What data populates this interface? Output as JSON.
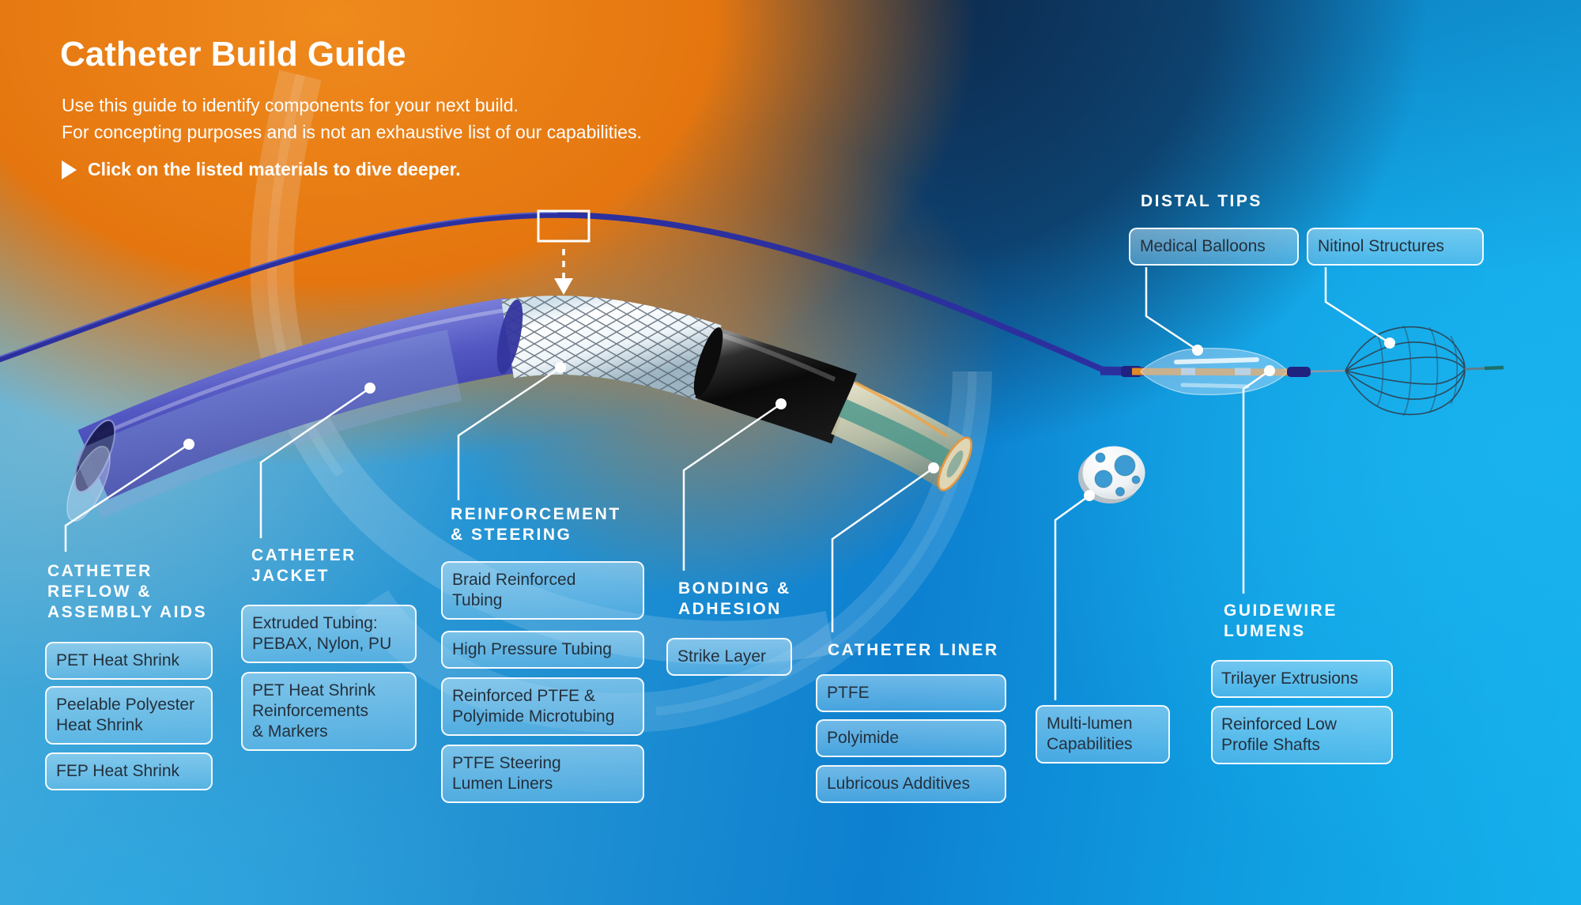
{
  "header": {
    "title": "Catheter Build Guide",
    "subtitle": [
      "Use this guide to identify components for your next build.",
      "For concepting purposes and is not an exhaustive list of our capabilities."
    ],
    "cta": "Click on the listed materials to dive deeper.",
    "cta_icon": "play-triangle-icon"
  },
  "colors": {
    "orange_accent": "#e5760f",
    "navy_band": "#0d294b",
    "bright_blue": "#15b0ec",
    "button_fill": "#69bfe7",
    "button_text": "#24303c",
    "heading_text": "#ffffff",
    "leader_line": "#ffffff",
    "wire_blue": "#2c309f",
    "balloon_shaft_orange": "#e08a28"
  },
  "sections": {
    "reflow": {
      "heading": [
        "CATHETER",
        "REFLOW &",
        "ASSEMBLY AIDS"
      ],
      "items": {
        "pet": [
          "PET Heat Shrink"
        ],
        "peelable": [
          "Peelable Polyester",
          "Heat Shrink"
        ],
        "fep": [
          "FEP Heat Shrink"
        ]
      }
    },
    "jacket": {
      "heading": [
        "CATHETER",
        "JACKET"
      ],
      "items": {
        "extruded": [
          "Extruded Tubing:",
          "PEBAX, Nylon, PU"
        ],
        "pet_reinf": [
          "PET Heat Shrink",
          "Reinforcements",
          "& Markers"
        ]
      }
    },
    "reinforcement": {
      "heading": [
        "REINFORCEMENT",
        "& STEERING"
      ],
      "items": {
        "braid": [
          "Braid Reinforced",
          "Tubing"
        ],
        "high_pressure": [
          "High Pressure Tubing"
        ],
        "reinforced_ptfe": [
          "Reinforced PTFE &",
          "Polyimide Microtubing"
        ],
        "ptfe_steering": [
          "PTFE Steering",
          "Lumen Liners"
        ]
      }
    },
    "bonding": {
      "heading": [
        "BONDING &",
        "ADHESION"
      ],
      "items": {
        "strike": [
          "Strike Layer"
        ]
      }
    },
    "liner": {
      "heading": [
        "CATHETER LINER"
      ],
      "items": {
        "ptfe": [
          "PTFE"
        ],
        "polyimide": [
          "Polyimide"
        ],
        "lubricous": [
          "Lubricous Additives"
        ]
      }
    },
    "multilumen": {
      "items": {
        "multi": [
          "Multi-lumen",
          "Capabilities"
        ]
      }
    },
    "guidewire": {
      "heading": [
        "GUIDEWIRE",
        "LUMENS"
      ],
      "items": {
        "trilayer": [
          "Trilayer Extrusions"
        ],
        "reinforced_low": [
          "Reinforced Low",
          "Profile Shafts"
        ]
      }
    },
    "distal": {
      "heading": [
        "DISTAL TIPS"
      ],
      "items": {
        "balloons": [
          "Medical Balloons"
        ],
        "nitinol": [
          "Nitinol Structures"
        ]
      }
    }
  }
}
